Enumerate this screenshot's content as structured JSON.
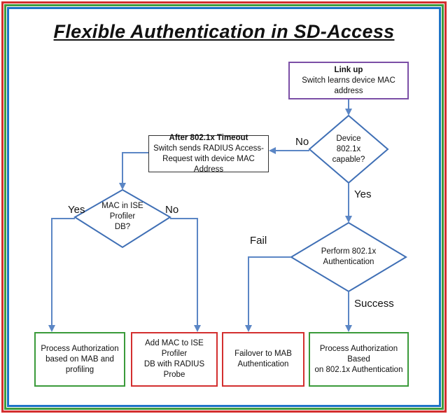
{
  "title": "Flexible Authentication in SD-Access",
  "nodes": {
    "link_up": {
      "heading": "Link up",
      "text": "Switch learns device MAC address"
    },
    "device_capable": {
      "line1": "Device",
      "line2": "802.1x",
      "line3": "capable?"
    },
    "timeout": {
      "heading": "After 802.1x Timeout",
      "line1": "Switch sends RADIUS Access-",
      "line2": "Request with device MAC Address"
    },
    "mac_in_ise": {
      "line1": "MAC in ISE",
      "line2": "Profiler",
      "line3": "DB?"
    },
    "perform_auth": {
      "line1": "Perform 802.1x",
      "line2": "Authentication"
    },
    "process_mab": {
      "line1": "Process Authorization",
      "line2": "based on MAB and",
      "line3": "profiling"
    },
    "add_mac": {
      "line1": "Add MAC to ISE Profiler",
      "line2": "DB with RADIUS Probe"
    },
    "failover": {
      "line1": "Failover to MAB",
      "line2": "Authentication"
    },
    "process_8021x": {
      "line1": "Process Authorization Based",
      "line2": "on 802.1x Authentication"
    }
  },
  "edge_labels": {
    "no_capable": "No",
    "yes_capable": "Yes",
    "yes_mac": "Yes",
    "no_mac": "No",
    "fail": "Fail",
    "success": "Success"
  },
  "colors": {
    "arrow": "#5b86c5",
    "border_outer": "#d32f2f",
    "border_middle": "#3f9b3f",
    "border_inner": "#1e73c8",
    "purple_box": "#7b4fa6",
    "green_box": "#3a9a3a",
    "red_box": "#d32f2f",
    "diamond": "#3f6fb5"
  }
}
